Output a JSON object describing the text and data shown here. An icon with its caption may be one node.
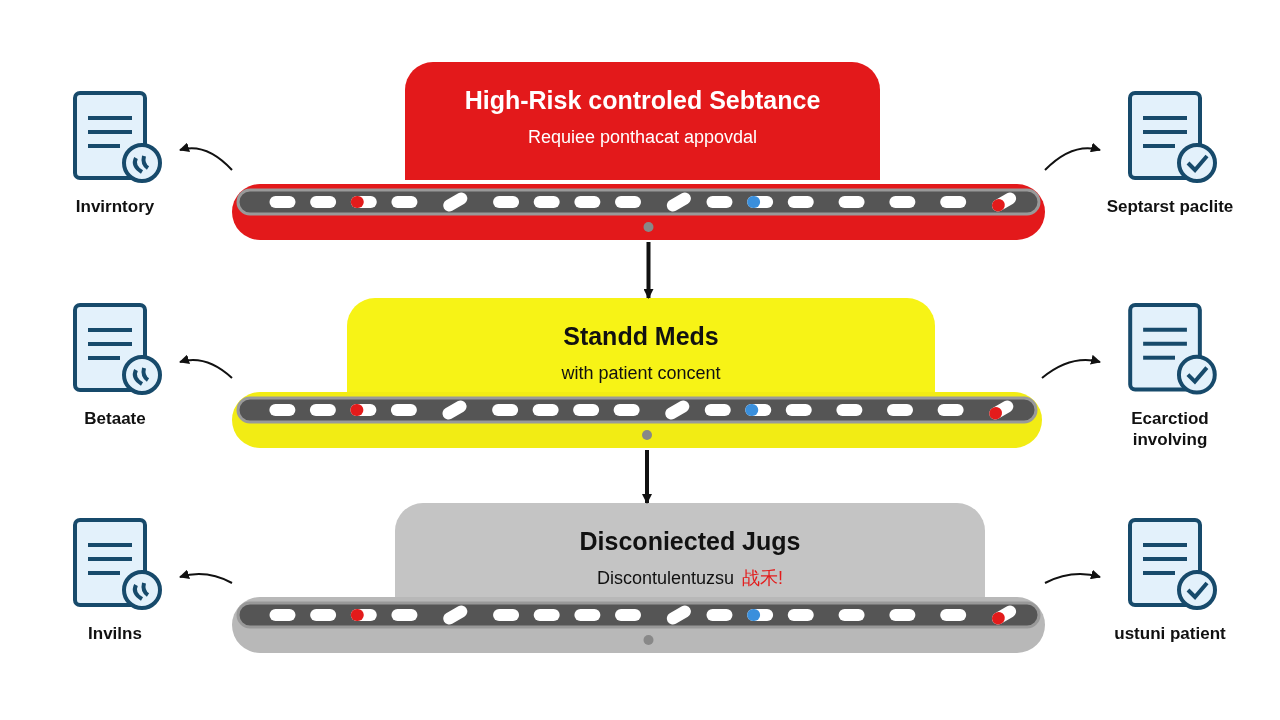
{
  "diagram": {
    "nodes": [
      {
        "text": [
          "High-Risk controled Sebtance",
          "Requiee ponthacat appovdal"
        ]
      },
      {
        "text": [
          "Standd Meds",
          "with patient concent"
        ]
      },
      {
        "text": [
          "Disconiected Jugs",
          "Discontulentuzsu",
          "战禾!"
        ]
      },
      {
        "text": [
          "Invirntory"
        ]
      },
      {
        "text": [
          "Septarst paclite"
        ]
      },
      {
        "text": [
          "Betaate"
        ]
      },
      {
        "text": [
          "Ecarctiod involving"
        ]
      },
      {
        "text": [
          "Invilns"
        ]
      },
      {
        "text": [
          "ustuni patient"
        ]
      }
    ],
    "edges": [
      {
        "from": 0,
        "to": 1,
        "arrow": "to",
        "style": "thick"
      },
      {
        "from": 1,
        "to": 2,
        "arrow": "to",
        "style": "thick"
      },
      {
        "from": 0,
        "to": 3,
        "arrow": "to"
      },
      {
        "from": 0,
        "to": 4,
        "arrow": "to"
      },
      {
        "from": 1,
        "to": 5,
        "arrow": "to"
      },
      {
        "from": 1,
        "to": 6,
        "arrow": "to"
      },
      {
        "from": 2,
        "to": 7,
        "arrow": "to"
      },
      {
        "from": 2,
        "to": 8,
        "arrow": "to"
      }
    ]
  }
}
